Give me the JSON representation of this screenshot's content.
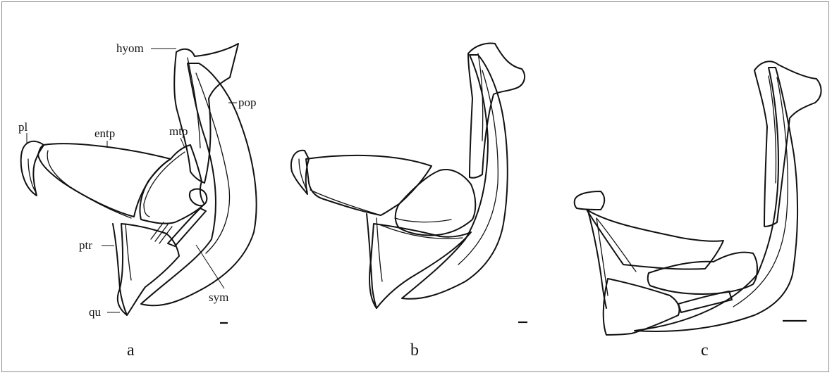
{
  "figure": {
    "panels": [
      {
        "id": "a",
        "label": "a"
      },
      {
        "id": "b",
        "label": "b"
      },
      {
        "id": "c",
        "label": "c"
      }
    ],
    "annotations": {
      "hyom": "hyom",
      "pop": "pop",
      "pl": "pl",
      "entp": "entp",
      "mtp": "mtp",
      "ptr": "ptr",
      "qu": "qu",
      "sym": "sym"
    },
    "colors": {
      "line": "#111111",
      "border": "#8a8a8a",
      "background": "#ffffff"
    }
  }
}
